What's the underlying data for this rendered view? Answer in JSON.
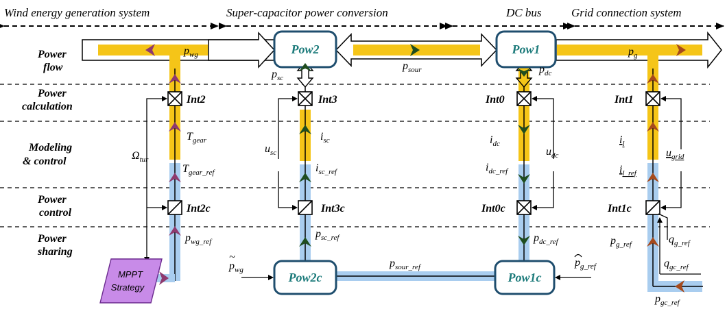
{
  "header": {
    "wind": "Wind energy generation system",
    "supercap": "Super-capacitor power conversion",
    "dcbus": "DC bus",
    "grid": "Grid connection system"
  },
  "rows": {
    "power_flow_1": "Power",
    "power_flow_2": "flow",
    "power_calc_1": "Power",
    "power_calc_2": "calculation",
    "modeling_1": "Modeling",
    "modeling_2": "& control",
    "power_control_1": "Power",
    "power_control_2": "control",
    "power_sharing_1": "Power",
    "power_sharing_2": "sharing"
  },
  "blocks": {
    "pow2": "Pow2",
    "pow1": "Pow1",
    "pow2c": "Pow2c",
    "pow1c": "Pow1c",
    "int2": "Int2",
    "int3": "Int3",
    "int0": "Int0",
    "int1": "Int1",
    "int2c": "Int2c",
    "int3c": "Int3c",
    "int0c": "Int0c",
    "int1c": "Int1c",
    "mppt_1": "MPPT",
    "mppt_2": "Strategy"
  },
  "signals": {
    "pwg": {
      "main": "p",
      "sub": "wg"
    },
    "psour": {
      "main": "p",
      "sub": "sour"
    },
    "pg": {
      "main": "p",
      "sub": "g"
    },
    "psc": {
      "main": "p",
      "sub": "sc"
    },
    "pdc": {
      "main": "p",
      "sub": "dc"
    },
    "tgear": {
      "main": "T",
      "sub": "gear"
    },
    "omega": {
      "main": "Ω",
      "sub": "tur"
    },
    "isc": {
      "main": "i",
      "sub": "sc"
    },
    "usc": {
      "main": "u",
      "sub": "sc"
    },
    "idc": {
      "main": "i",
      "sub": "dc"
    },
    "udc": {
      "main": "u",
      "sub": "dc"
    },
    "il": {
      "main": "i",
      "sub": "l"
    },
    "ugrid": {
      "main": "u",
      "sub": "grid"
    },
    "tgear_ref": {
      "main": "T",
      "sub": "gear_ref"
    },
    "isc_ref": {
      "main": "i",
      "sub": "sc_ref"
    },
    "idc_ref": {
      "main": "i",
      "sub": "dc_ref"
    },
    "il_ref": {
      "main": "i",
      "sub": "l_ref"
    },
    "pwg_ref": {
      "main": "p",
      "sub": "wg_ref"
    },
    "psc_ref": {
      "main": "p",
      "sub": "sc_ref"
    },
    "pdc_ref": {
      "main": "p",
      "sub": "dc_ref"
    },
    "pg_ref": {
      "main": "p",
      "sub": "g_ref"
    },
    "qg_ref": {
      "main": "q",
      "sub": "g_ref"
    },
    "qgc_ref": {
      "main": "q",
      "sub": "gc_ref"
    },
    "pgc_ref": {
      "main": "p",
      "sub": "gc_ref"
    },
    "psour_ref": {
      "main": "p",
      "sub": "sour_ref"
    },
    "pwg_tilde": {
      "main": "p",
      "sub": "wg"
    },
    "pg_hat": {
      "main": "p",
      "sub": "g_ref"
    }
  },
  "colors": {
    "flow": "#f5c518",
    "ref": "#a9cdef",
    "block_border": "#1f4e6e",
    "block_text": "#1b7a7a",
    "arrow_purple": "#8e3a6e",
    "arrow_green": "#1f4d1f",
    "arrow_brown": "#a64a1c",
    "mppt_fill": "#c88be8"
  }
}
